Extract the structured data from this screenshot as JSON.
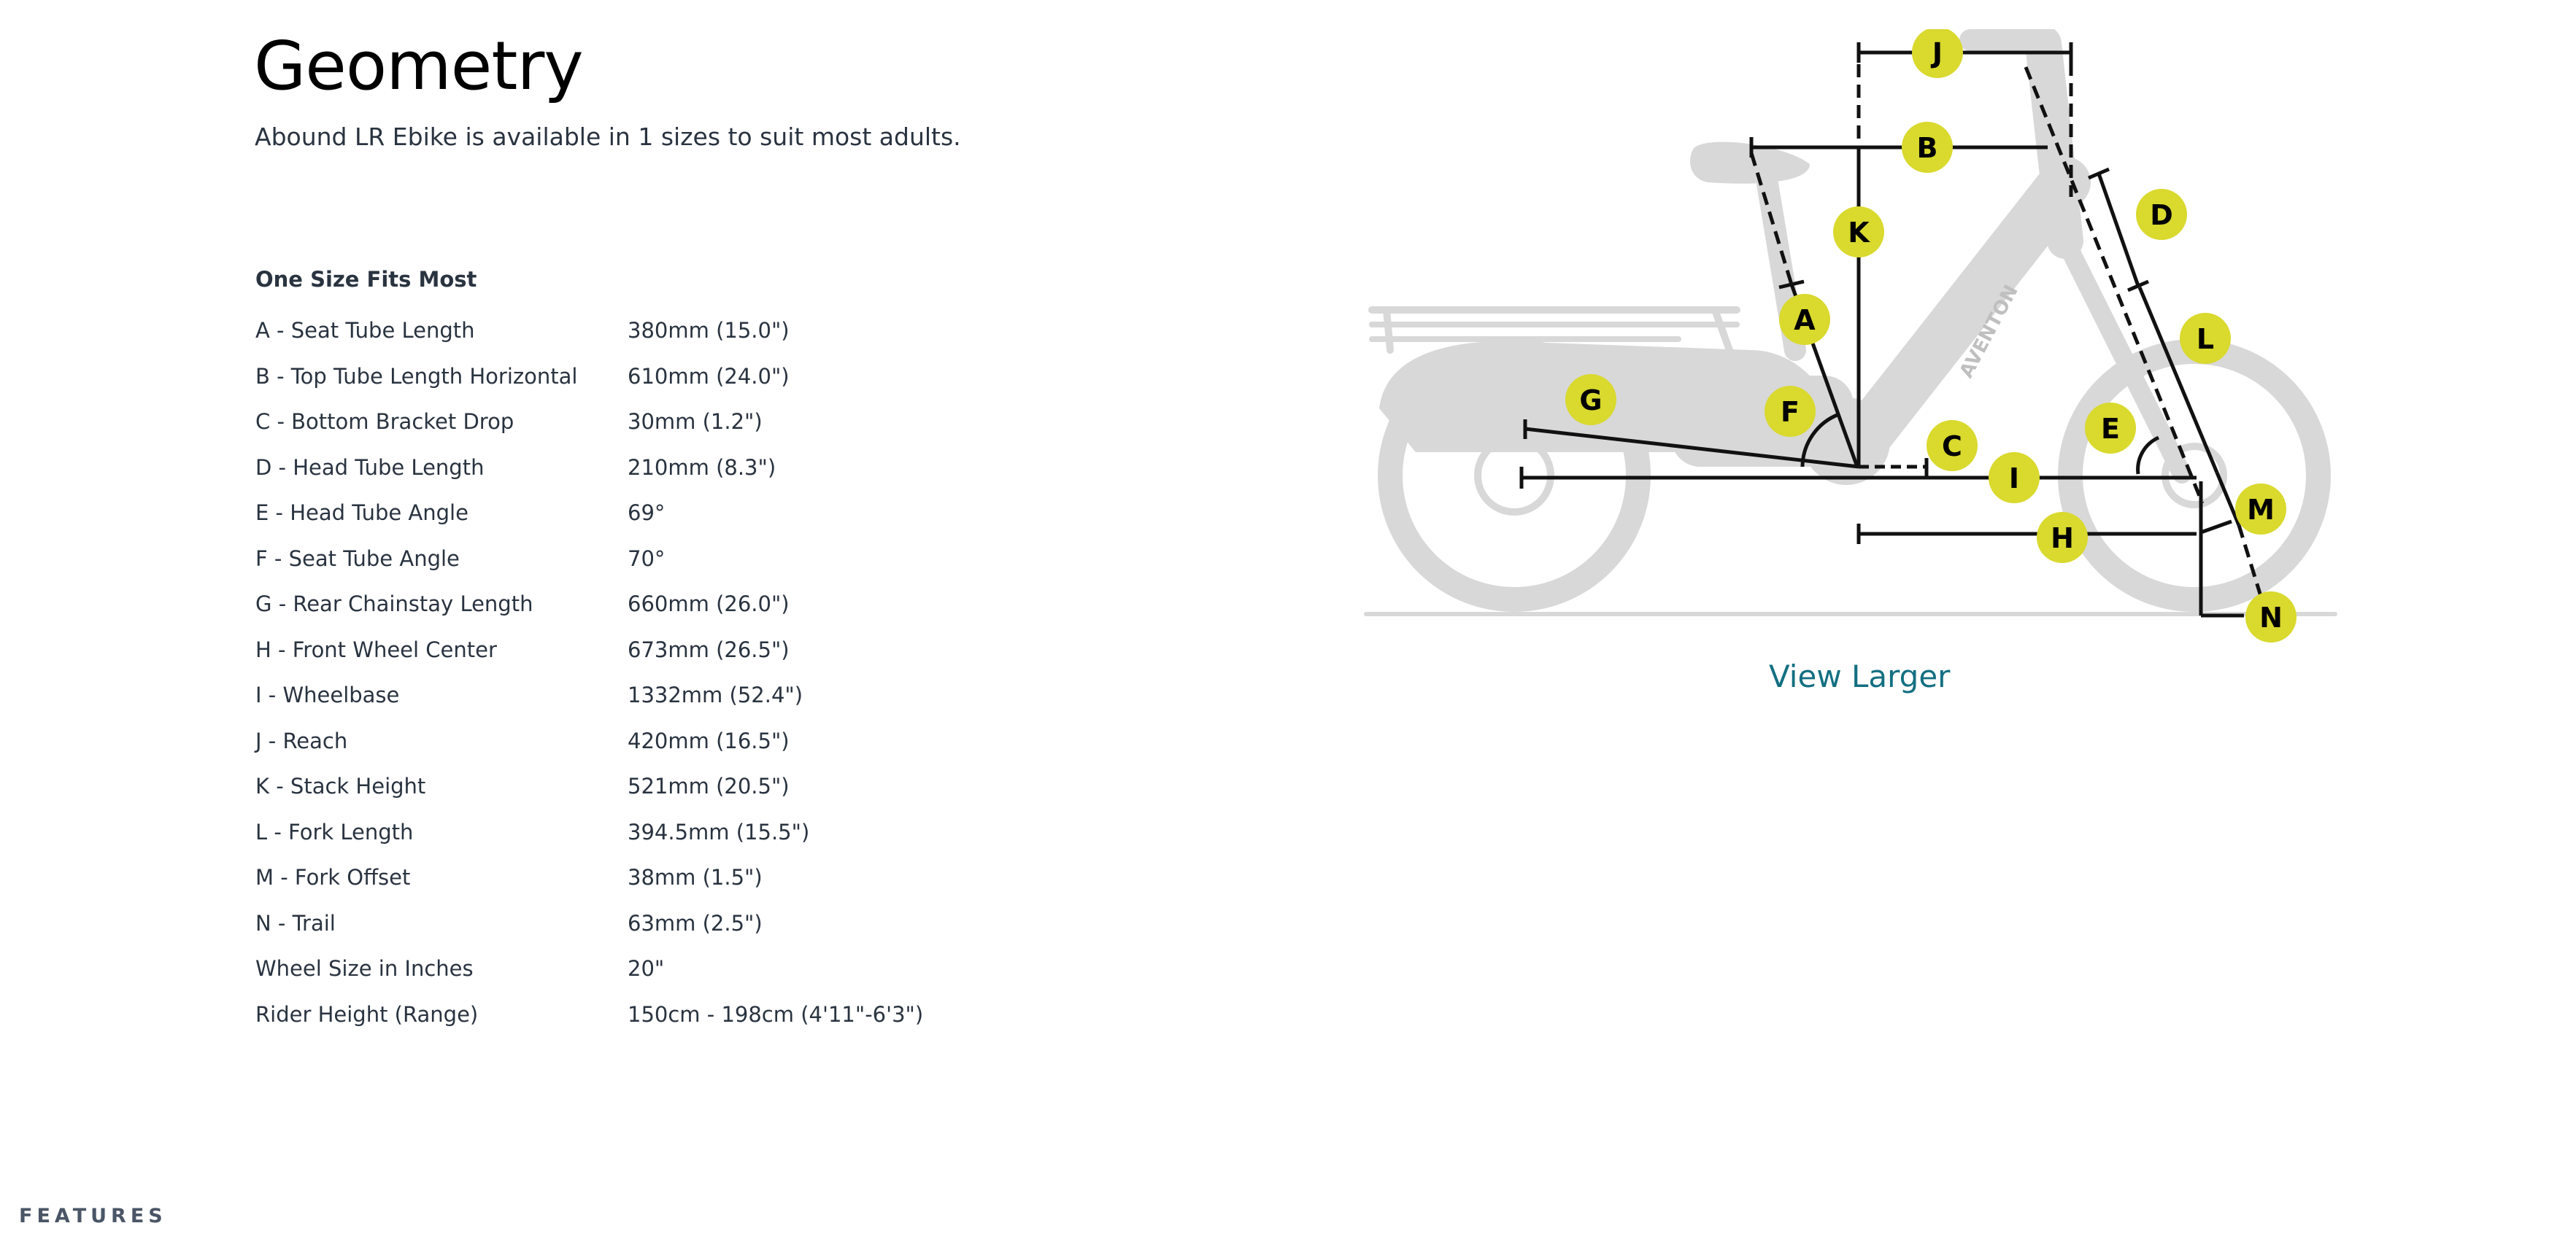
{
  "geometry": {
    "title": "Geometry",
    "subtitle": "Abound LR Ebike is available in 1 sizes to suit most adults.",
    "size_heading": "One Size Fits Most",
    "rows": [
      {
        "label": "A - Seat Tube Length",
        "value": "380mm (15.0\")"
      },
      {
        "label": "B - Top Tube Length Horizontal",
        "value": "610mm (24.0\")"
      },
      {
        "label": "C - Bottom Bracket Drop",
        "value": "30mm (1.2\")"
      },
      {
        "label": "D - Head Tube Length",
        "value": "210mm (8.3\")"
      },
      {
        "label": "E - Head Tube Angle",
        "value": "69°"
      },
      {
        "label": "F - Seat Tube Angle",
        "value": "70°"
      },
      {
        "label": "G - Rear Chainstay Length",
        "value": "660mm (26.0\")"
      },
      {
        "label": "H - Front Wheel Center",
        "value": "673mm (26.5\")"
      },
      {
        "label": "I - Wheelbase",
        "value": "1332mm (52.4\")"
      },
      {
        "label": "J - Reach",
        "value": "420mm (16.5\")"
      },
      {
        "label": "K - Stack Height",
        "value": "521mm (20.5\")"
      },
      {
        "label": "L - Fork Length",
        "value": "394.5mm (15.5\")"
      },
      {
        "label": "M - Fork Offset",
        "value": "38mm (1.5\")"
      },
      {
        "label": "N - Trail",
        "value": "63mm (2.5\")"
      },
      {
        "label": "Wheel Size in Inches",
        "value": "20\""
      },
      {
        "label": "Rider Height (Range)",
        "value": "150cm - 198cm (4'11\"-6'3\")"
      }
    ]
  },
  "diagram": {
    "letters": [
      "A",
      "B",
      "C",
      "D",
      "E",
      "F",
      "G",
      "H",
      "I",
      "J",
      "K",
      "L",
      "M",
      "N"
    ],
    "frame_brand": "AVENTON",
    "badge_color": "#d9d92e",
    "line_color": "#111111",
    "bike_color": "#d8d8d8"
  },
  "view_larger": "View Larger",
  "features_label": "FEATURES"
}
